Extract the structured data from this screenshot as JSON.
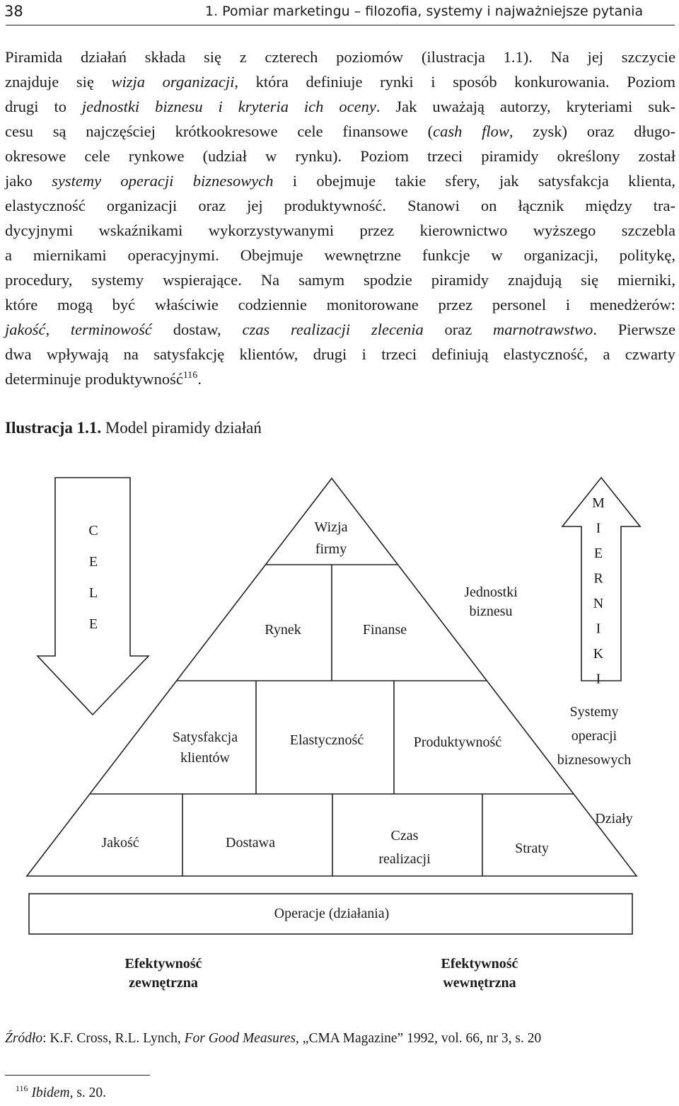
{
  "header": {
    "page_number": "38",
    "running_title": "1. Pomiar marketingu – filozofia, systemy i najważniejsze pytania"
  },
  "body_lines": [
    [
      {
        "t": "Piramida działań składa się z czterech poziomów (ilustracja 1.1). Na jej szczycie"
      }
    ],
    [
      {
        "t": "znajduje się "
      },
      {
        "t": "wizja organizacji",
        "i": true
      },
      {
        "t": ", która definiuje rynki i sposób konkurowania. Poziom"
      }
    ],
    [
      {
        "t": "drugi to "
      },
      {
        "t": "jednostki biznesu i kryteria ich oceny",
        "i": true
      },
      {
        "t": ". Jak uważają autorzy, kryteriami suk-"
      }
    ],
    [
      {
        "t": "cesu są najczęściej krótkookresowe cele finansowe ("
      },
      {
        "t": "cash flow",
        "i": true
      },
      {
        "t": ", zysk) oraz długo-"
      }
    ],
    [
      {
        "t": "okresowe cele rynkowe (udział w rynku). Poziom trzeci piramidy określony został"
      }
    ],
    [
      {
        "t": "jako "
      },
      {
        "t": "systemy operacji biznesowych",
        "i": true
      },
      {
        "t": " i obejmuje takie sfery, jak satysfakcja klienta,"
      }
    ],
    [
      {
        "t": "elastyczność organizacji oraz jej produktywność. Stanowi on łącznik między tra-"
      }
    ],
    [
      {
        "t": "dycyjnymi wskaźnikami wykorzystywanymi przez kierownictwo wyższego szczebla"
      }
    ],
    [
      {
        "t": "a miernikami operacyjnymi. Obejmuje wewnętrzne funkcje w organizacji, politykę,"
      }
    ],
    [
      {
        "t": "procedury, systemy wspierające. Na samym spodzie piramidy znajdują się mierniki,"
      }
    ],
    [
      {
        "t": "które mogą być właściwie codziennie monitorowane przez personel i menedżerów:"
      }
    ],
    [
      {
        "t": "jakość",
        "i": true
      },
      {
        "t": ", "
      },
      {
        "t": "terminowość",
        "i": true
      },
      {
        "t": " dostaw, "
      },
      {
        "t": "czas realizacji zlecenia",
        "i": true
      },
      {
        "t": " oraz "
      },
      {
        "t": "marnotrawstwo",
        "i": true
      },
      {
        "t": ". Pierwsze"
      }
    ],
    [
      {
        "t": "dwa wpływają na satysfakcję klientów, drugi i trzeci definiują elastyczność, a czwarty"
      }
    ],
    [
      {
        "t": "determinuje produktywność"
      },
      {
        "t": "116",
        "sup": true
      },
      {
        "t": "."
      }
    ]
  ],
  "figure": {
    "caption_label": "Ilustracja 1.1.",
    "caption_text": "Model piramidy działań",
    "left_arrow_letters": [
      "C",
      "E",
      "L",
      "E"
    ],
    "right_arrow_letters": [
      "M",
      "I",
      "E",
      "R",
      "N",
      "I",
      "K",
      "I"
    ],
    "apex": [
      "Wizja",
      "firmy"
    ],
    "level2": [
      "Rynek",
      "Finanse"
    ],
    "level2_side": [
      "Jednostki",
      "biznesu"
    ],
    "level3": [
      [
        "Satysfakcja",
        "klientów"
      ],
      [
        "Elastyczność"
      ],
      [
        "Produktywność"
      ]
    ],
    "level3_side": [
      "Systemy",
      "operacji",
      "biznesowych"
    ],
    "level4": [
      [
        "Jakość"
      ],
      [
        "Dostawa"
      ],
      [
        "Czas",
        "realizacji"
      ],
      [
        "Straty"
      ]
    ],
    "level4_side": [
      "Działy"
    ],
    "base": "Operacje (działania)",
    "bottom_left": [
      "Efektywność",
      "zewnętrzna"
    ],
    "bottom_right": [
      "Efektywność",
      "wewnętrzna"
    ]
  },
  "source": [
    {
      "t": "Źródło",
      "i": true
    },
    {
      "t": ": K.F. Cross, R.L. Lynch, "
    },
    {
      "t": "For Good Measures",
      "i": true
    },
    {
      "t": ", „CMA Magazine” 1992, vol. 66, nr 3, s. 20"
    }
  ],
  "footnote": [
    {
      "t": "116",
      "sup": true
    },
    {
      "t": " "
    },
    {
      "t": "Ibidem",
      "i": true
    },
    {
      "t": ", s. 20."
    }
  ]
}
